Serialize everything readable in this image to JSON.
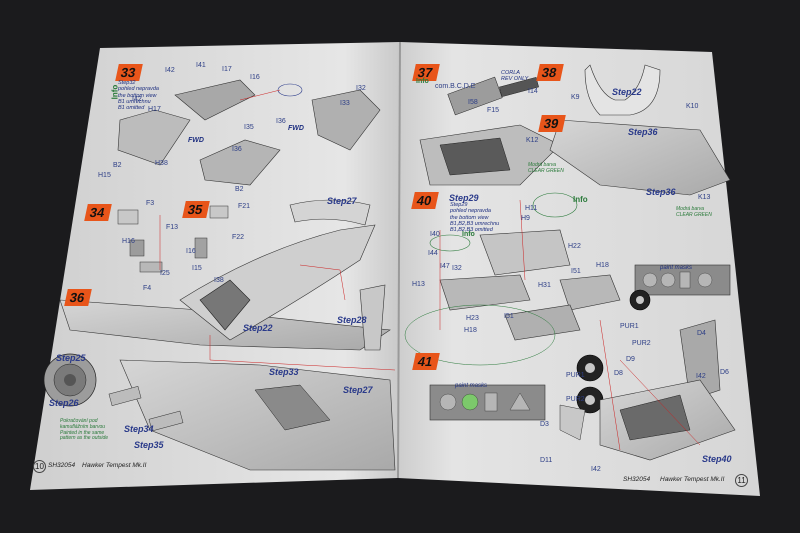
{
  "footer": {
    "left_code": "SH32054",
    "left_title": "Hawker Tempest Mk.II",
    "right_code": "SH32054",
    "right_title": "Hawker Tempest Mk.II",
    "left_page": "10",
    "right_page": "11"
  },
  "left_page": {
    "steps": [
      "33",
      "34",
      "35",
      "36"
    ],
    "step_refs": [
      "Step27",
      "Step22",
      "Step25",
      "Step26",
      "Step28",
      "Step33",
      "Step27",
      "Step34",
      "Step35"
    ],
    "info": "Info",
    "note_33": "Step32\npohled nepravda\nthe bottom view\nB1 umrechnu\nB1 omitted",
    "fwd_labels": [
      "FWD",
      "FWD"
    ],
    "parts": [
      "I42",
      "I41",
      "I17",
      "I16",
      "I42",
      "H17",
      "I36",
      "I32",
      "I33",
      "B2",
      "H15",
      "H38",
      "B2",
      "I35",
      "I36",
      "F3",
      "F13",
      "H16",
      "F4",
      "F21",
      "F22",
      "I16",
      "I15",
      "I38",
      "I25"
    ],
    "green_note": "Pokračování pod\nkamuflážním barvou\nPainted in the same\npattern as the outside"
  },
  "right_page": {
    "steps": [
      "37",
      "38",
      "39",
      "40",
      "41"
    ],
    "step_refs": [
      "Step22",
      "Step36",
      "Step36",
      "Step29",
      "Step40"
    ],
    "info_labels": [
      "Info",
      "Info",
      "Info"
    ],
    "note_37": "CORLA\nREV ONLY",
    "note_40": "Step29\npohled nepravda\nthe bottom view\nB1,B2,B3 umrechnu\nB1,B2,B3 omitted",
    "parts": [
      "com.B.C.D.E",
      "I58",
      "F15",
      "I14",
      "K9",
      "K10",
      "K12",
      "K13",
      "I40",
      "I44",
      "H11",
      "H9",
      "H13",
      "I47",
      "I32",
      "H31",
      "H23",
      "H18",
      "H22",
      "I51",
      "H18",
      "I51",
      "PUR1",
      "PUR2",
      "D4",
      "D9",
      "D8",
      "PUR1",
      "PUR2",
      "D3",
      "D11",
      "I42",
      "D6",
      "I42"
    ],
    "mask_labels": [
      "paint masks",
      "paint masks"
    ],
    "green_notes": [
      "Modrá barva\nCLEAR GREEN",
      "Modrá barva\nCLEAR GREEN"
    ]
  }
}
